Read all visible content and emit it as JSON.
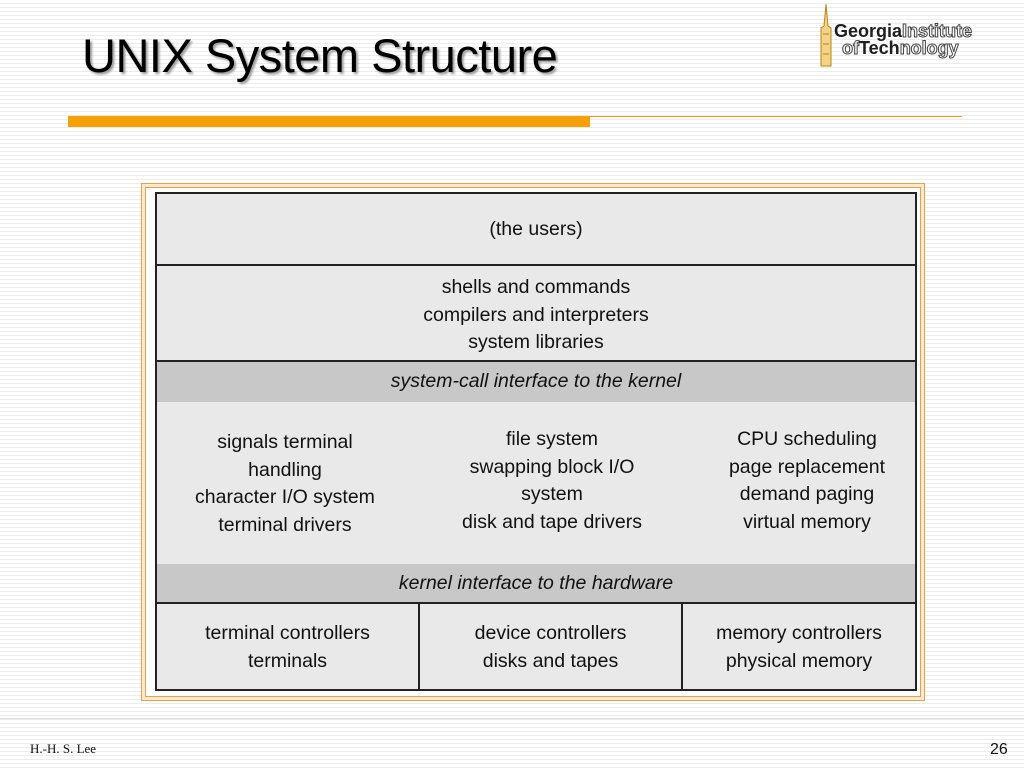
{
  "slide": {
    "title": "UNIX System Structure",
    "author": "H.-H. S. Lee",
    "page_number": "26"
  },
  "logo": {
    "line1_bold": "Georgia",
    "line1_outline": "Institute",
    "line2_outline": "of",
    "line2_bold": "Tech",
    "line2_outline2": "nology"
  },
  "diagram": {
    "users": "(the users)",
    "shells": [
      "shells and commands",
      "compilers and interpreters",
      "system libraries"
    ],
    "syscall_interface": "system-call interface to the kernel",
    "kernel_columns": [
      [
        "signals terminal",
        "handling",
        "character I/O system",
        "terminal drivers"
      ],
      [
        "file system",
        "swapping block I/O",
        "system",
        "disk and tape drivers"
      ],
      [
        "CPU scheduling",
        "page replacement",
        "demand paging",
        "virtual memory"
      ]
    ],
    "hardware_interface": "kernel interface to the hardware",
    "hardware_columns": [
      [
        "terminal controllers",
        "terminals"
      ],
      [
        "device controllers",
        "disks and tapes"
      ],
      [
        "memory controllers",
        "physical memory"
      ]
    ]
  },
  "colors": {
    "accent_orange": "#f4a006",
    "interface_gray": "#c8c8c8",
    "layer_gray": "#e9e9e9"
  }
}
